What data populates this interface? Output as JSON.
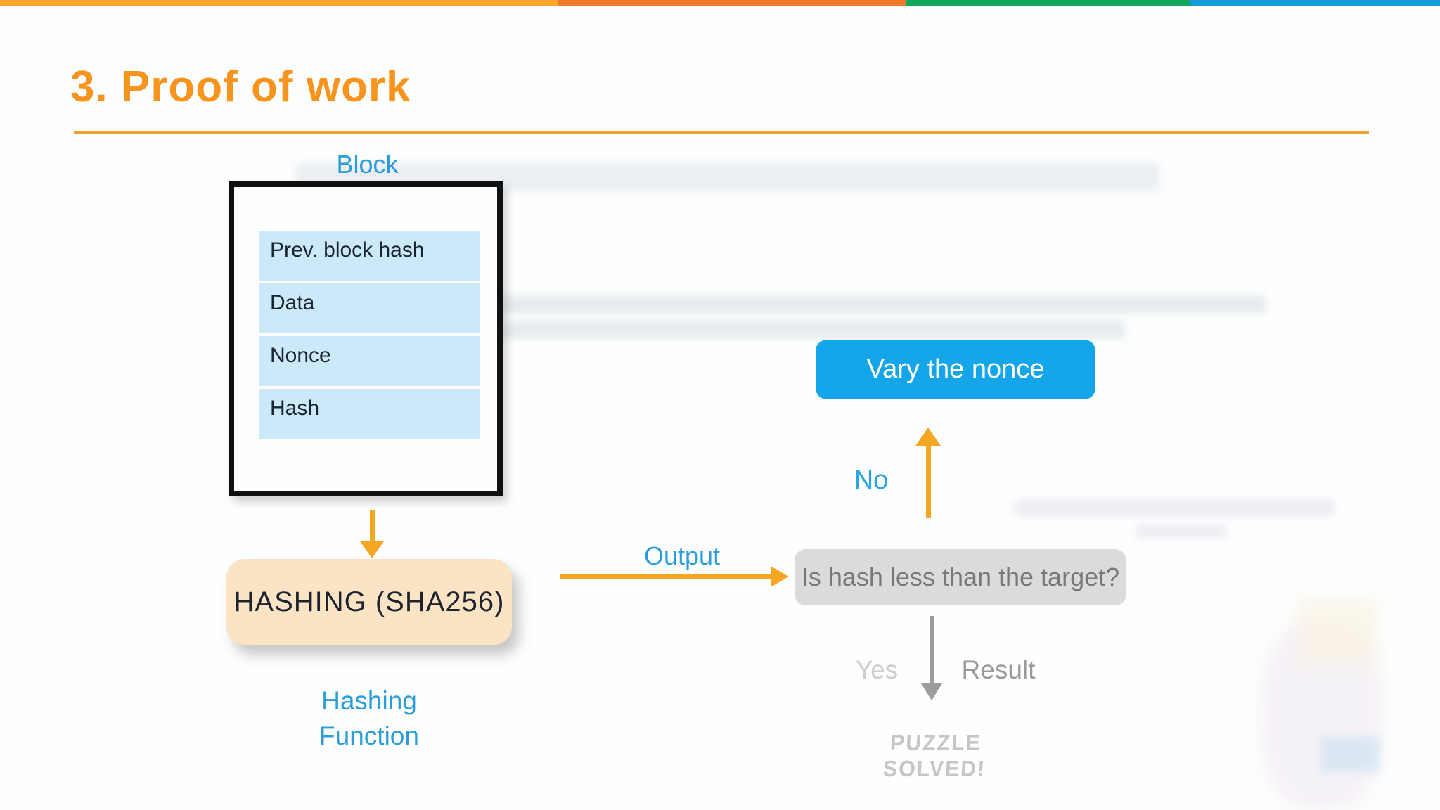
{
  "slide": {
    "title": "3. Proof of work"
  },
  "diagram": {
    "block_label": "Block",
    "block_fields": [
      "Prev. block hash",
      "Data",
      "Nonce",
      "Hash"
    ],
    "hashing_box_label": "HASHING (SHA256)",
    "hashing_caption": "Hashing\nFunction",
    "output_label": "Output",
    "decision_label": "Is hash less than the target?",
    "no_label": "No",
    "vary_button_label": "Vary the nonce",
    "yes_label": "Yes",
    "result_label": "Result",
    "solved_label": "PUZZLE SOLVED!"
  },
  "colors": {
    "title_orange": "#F7941D",
    "underline_orange": "#EFA32F",
    "arrow_orange": "#F5A623",
    "label_blue": "#2D9CDB",
    "button_blue": "#14A6E9",
    "row_light_blue": "#CBE9F8",
    "hashing_peach": "#FBE4C4",
    "decision_gray_bg": "#DBDBDB",
    "decision_gray_text": "#787878",
    "result_arrow_gray": "#9C9C9C",
    "solved_gray": "#C6C6C6",
    "bar_amber": "#F9A62B",
    "bar_orange": "#EF7A28",
    "bar_green": "#10A65C",
    "bar_blue": "#159BD8",
    "block_border_black": "#111111"
  }
}
